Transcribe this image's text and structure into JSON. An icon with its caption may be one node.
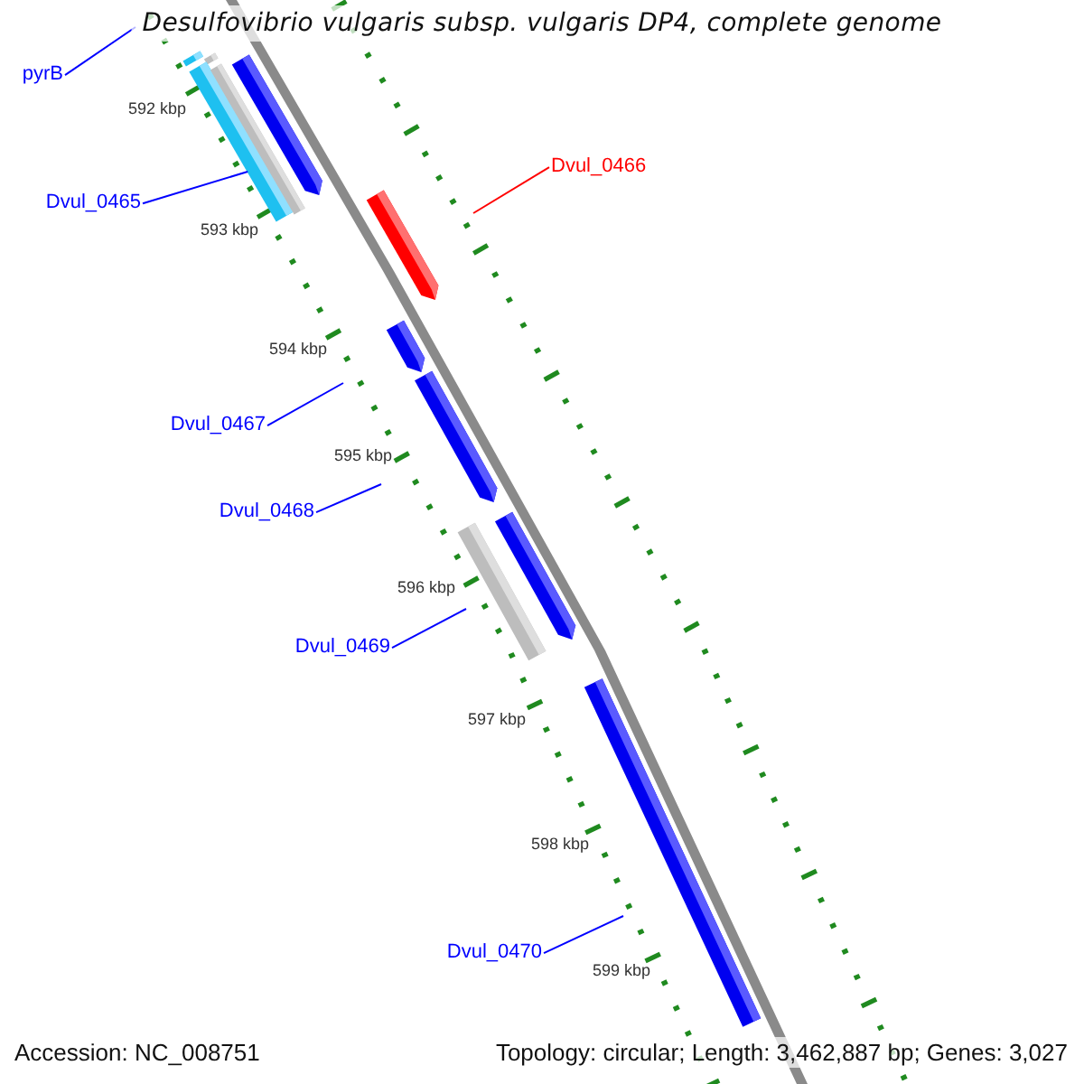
{
  "diagram": {
    "title": "Desulfovibrio vulgaris subsp. vulgaris DP4, complete genome",
    "nodes": [
      {
        "text": [
          "pyrB"
        ]
      },
      {
        "text": [
          "Dvul_0465"
        ]
      },
      {
        "text": [
          "Dvul_0466"
        ]
      },
      {
        "text": [
          "Dvul_0467"
        ]
      },
      {
        "text": [
          "Dvul_0468"
        ]
      },
      {
        "text": [
          "Dvul_0469"
        ]
      },
      {
        "text": [
          "Dvul_0470"
        ]
      },
      {
        "text": [],
        "shape": "bar"
      },
      {
        "text": [],
        "shape": "bar"
      },
      {
        "text": [],
        "shape": "arrow"
      },
      {
        "text": [],
        "shape": "bar"
      },
      {
        "text": [],
        "shape": "bar"
      },
      {
        "text": [],
        "shape": "arrow"
      },
      {
        "text": [],
        "shape": "arrow"
      },
      {
        "text": [],
        "shape": "arrow"
      },
      {
        "text": [],
        "shape": "arrow"
      },
      {
        "text": [],
        "shape": "bar"
      },
      {
        "text": [],
        "shape": "bar"
      }
    ],
    "edges": [
      {
        "from": 0,
        "to": null,
        "arrow": "none"
      },
      {
        "from": 1,
        "to": 10,
        "arrow": "none"
      },
      {
        "from": 2,
        "to": null,
        "arrow": "none",
        "color": "#ff0000"
      },
      {
        "from": 3,
        "to": null,
        "arrow": "none"
      },
      {
        "from": 4,
        "to": null,
        "arrow": "none"
      },
      {
        "from": 5,
        "to": null,
        "arrow": "none"
      },
      {
        "from": 6,
        "to": null,
        "arrow": "none"
      }
    ],
    "labels": [
      "592 kbp",
      "593 kbp",
      "594 kbp",
      "595 kbp",
      "596 kbp",
      "597 kbp",
      "598 kbp",
      "599 kbp",
      "Accession: NC_008751",
      "Topology: circular; Length: 3,462,887 bp; Genes: 3,027"
    ]
  }
}
